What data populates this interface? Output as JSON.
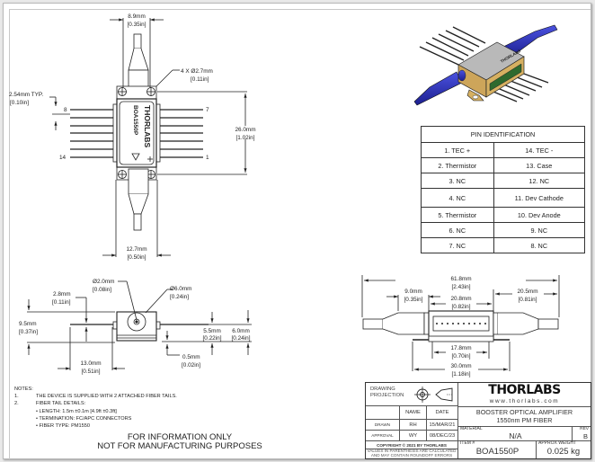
{
  "top_view": {
    "dim_top_width": "8.9mm",
    "dim_top_width_in": "[0.35in]",
    "hole_callout": "4 X Ø2.7mm",
    "hole_callout_in": "[0.11in]",
    "pin_pitch": "2.54mm TYP.",
    "pin_pitch_in": "[0.10in]",
    "height": "26.0mm",
    "height_in": "[1.02in]",
    "bottom_width": "12.7mm",
    "bottom_width_in": "[0.50in]",
    "pin_label_8": "8",
    "pin_label_7": "7",
    "pin_label_14": "14",
    "pin_label_1": "1",
    "lid_brand": "THORLABS",
    "lid_part": "BOA1550P"
  },
  "side_view": {
    "fiber_dia": "Ø2.0mm",
    "fiber_dia_in": "[0.08in]",
    "boot_dia": "Ø6.0mm",
    "boot_dia_in": "[0.24in]",
    "offset": "2.8mm",
    "offset_in": "[0.11in]",
    "height": "9.5mm",
    "height_in": "[0.37in]",
    "pin_height": "5.5mm",
    "pin_height_in": "[0.22in]",
    "axis_height": "6.0mm",
    "axis_height_in": "[0.24in]",
    "flange": "0.5mm",
    "flange_in": "[0.02in]",
    "pin_len": "13.0mm",
    "pin_len_in": "[0.51in]"
  },
  "front_view": {
    "overall": "61.8mm",
    "overall_in": "[2.43in]",
    "boot_len": "9.0mm",
    "boot_len_in": "[0.35in]",
    "body_len": "20.8mm",
    "body_len_in": "[0.82in]",
    "tail_len": "20.5mm",
    "tail_len_in": "[0.81in]",
    "pin_span": "17.8mm",
    "pin_span_in": "[0.70in]",
    "flange_len": "30.0mm",
    "flange_len_in": "[1.18in]"
  },
  "pin_table": {
    "title": "PIN IDENTIFICATION",
    "rows": [
      [
        "1. TEC +",
        "14. TEC -"
      ],
      [
        "2. Thermistor",
        "13. Case"
      ],
      [
        "3. NC",
        "12. NC"
      ],
      [
        "4. NC",
        "11. Dev Cathode"
      ],
      [
        "5. Thermistor",
        "10. Dev Anode"
      ],
      [
        "6. NC",
        "9. NC"
      ],
      [
        "7. NC",
        "8. NC"
      ]
    ]
  },
  "notes": {
    "heading": "NOTES:",
    "n1_num": "1.",
    "n1": "THE DEVICE IS SUPPLIED WITH 2 ATTACHED FIBER TAILS.",
    "n2_num": "2.",
    "n2": "FIBER TAIL DETAILS:",
    "b1": "• LENGTH: 1.5m ±0.1m [4.9ft ±0.3ft]",
    "b2": "• TERMINATION: FC/APC CONNECTORS",
    "b3": "• FIBER TYPE: PM1550",
    "info1": "FOR INFORMATION ONLY",
    "info2": "NOT FOR MANUFACTURING PURPOSES"
  },
  "title_block": {
    "projection_label": "DRAWING PROJECTION",
    "name_header": "NAME",
    "date_header": "DATE",
    "drawn_label": "DRAWN",
    "drawn_name": "RH",
    "drawn_date": "15/MAR/21",
    "approval_label": "APPROVAL",
    "approval_name": "WY",
    "approval_date": "08/DEC/23",
    "copyright": "COPYRIGHT © 2021 BY THORLABS",
    "disclaimer1": "VALUES IN PARENTHESIS ARE CALCULATED",
    "disclaimer2": "AND MAY CONTAIN ROUNDOFF ERRORS",
    "logo": "THORLABS",
    "website": "www.thorlabs.com",
    "title1": "BOOSTER OPTICAL AMPLIFIER",
    "title2": "1550nm PM FIBER",
    "material_label": "MATERIAL",
    "material": "N/A",
    "rev_label": "REV",
    "rev": "B",
    "item_label": "ITEM #",
    "item": "BOA1550P",
    "weight_label": "APPROX WEIGHT",
    "weight": "0.025 kg"
  },
  "colors": {
    "fiber_blue": "#2a2fb3",
    "body_gold": "#d2aa55",
    "lid_gray": "#b8b8b8"
  }
}
